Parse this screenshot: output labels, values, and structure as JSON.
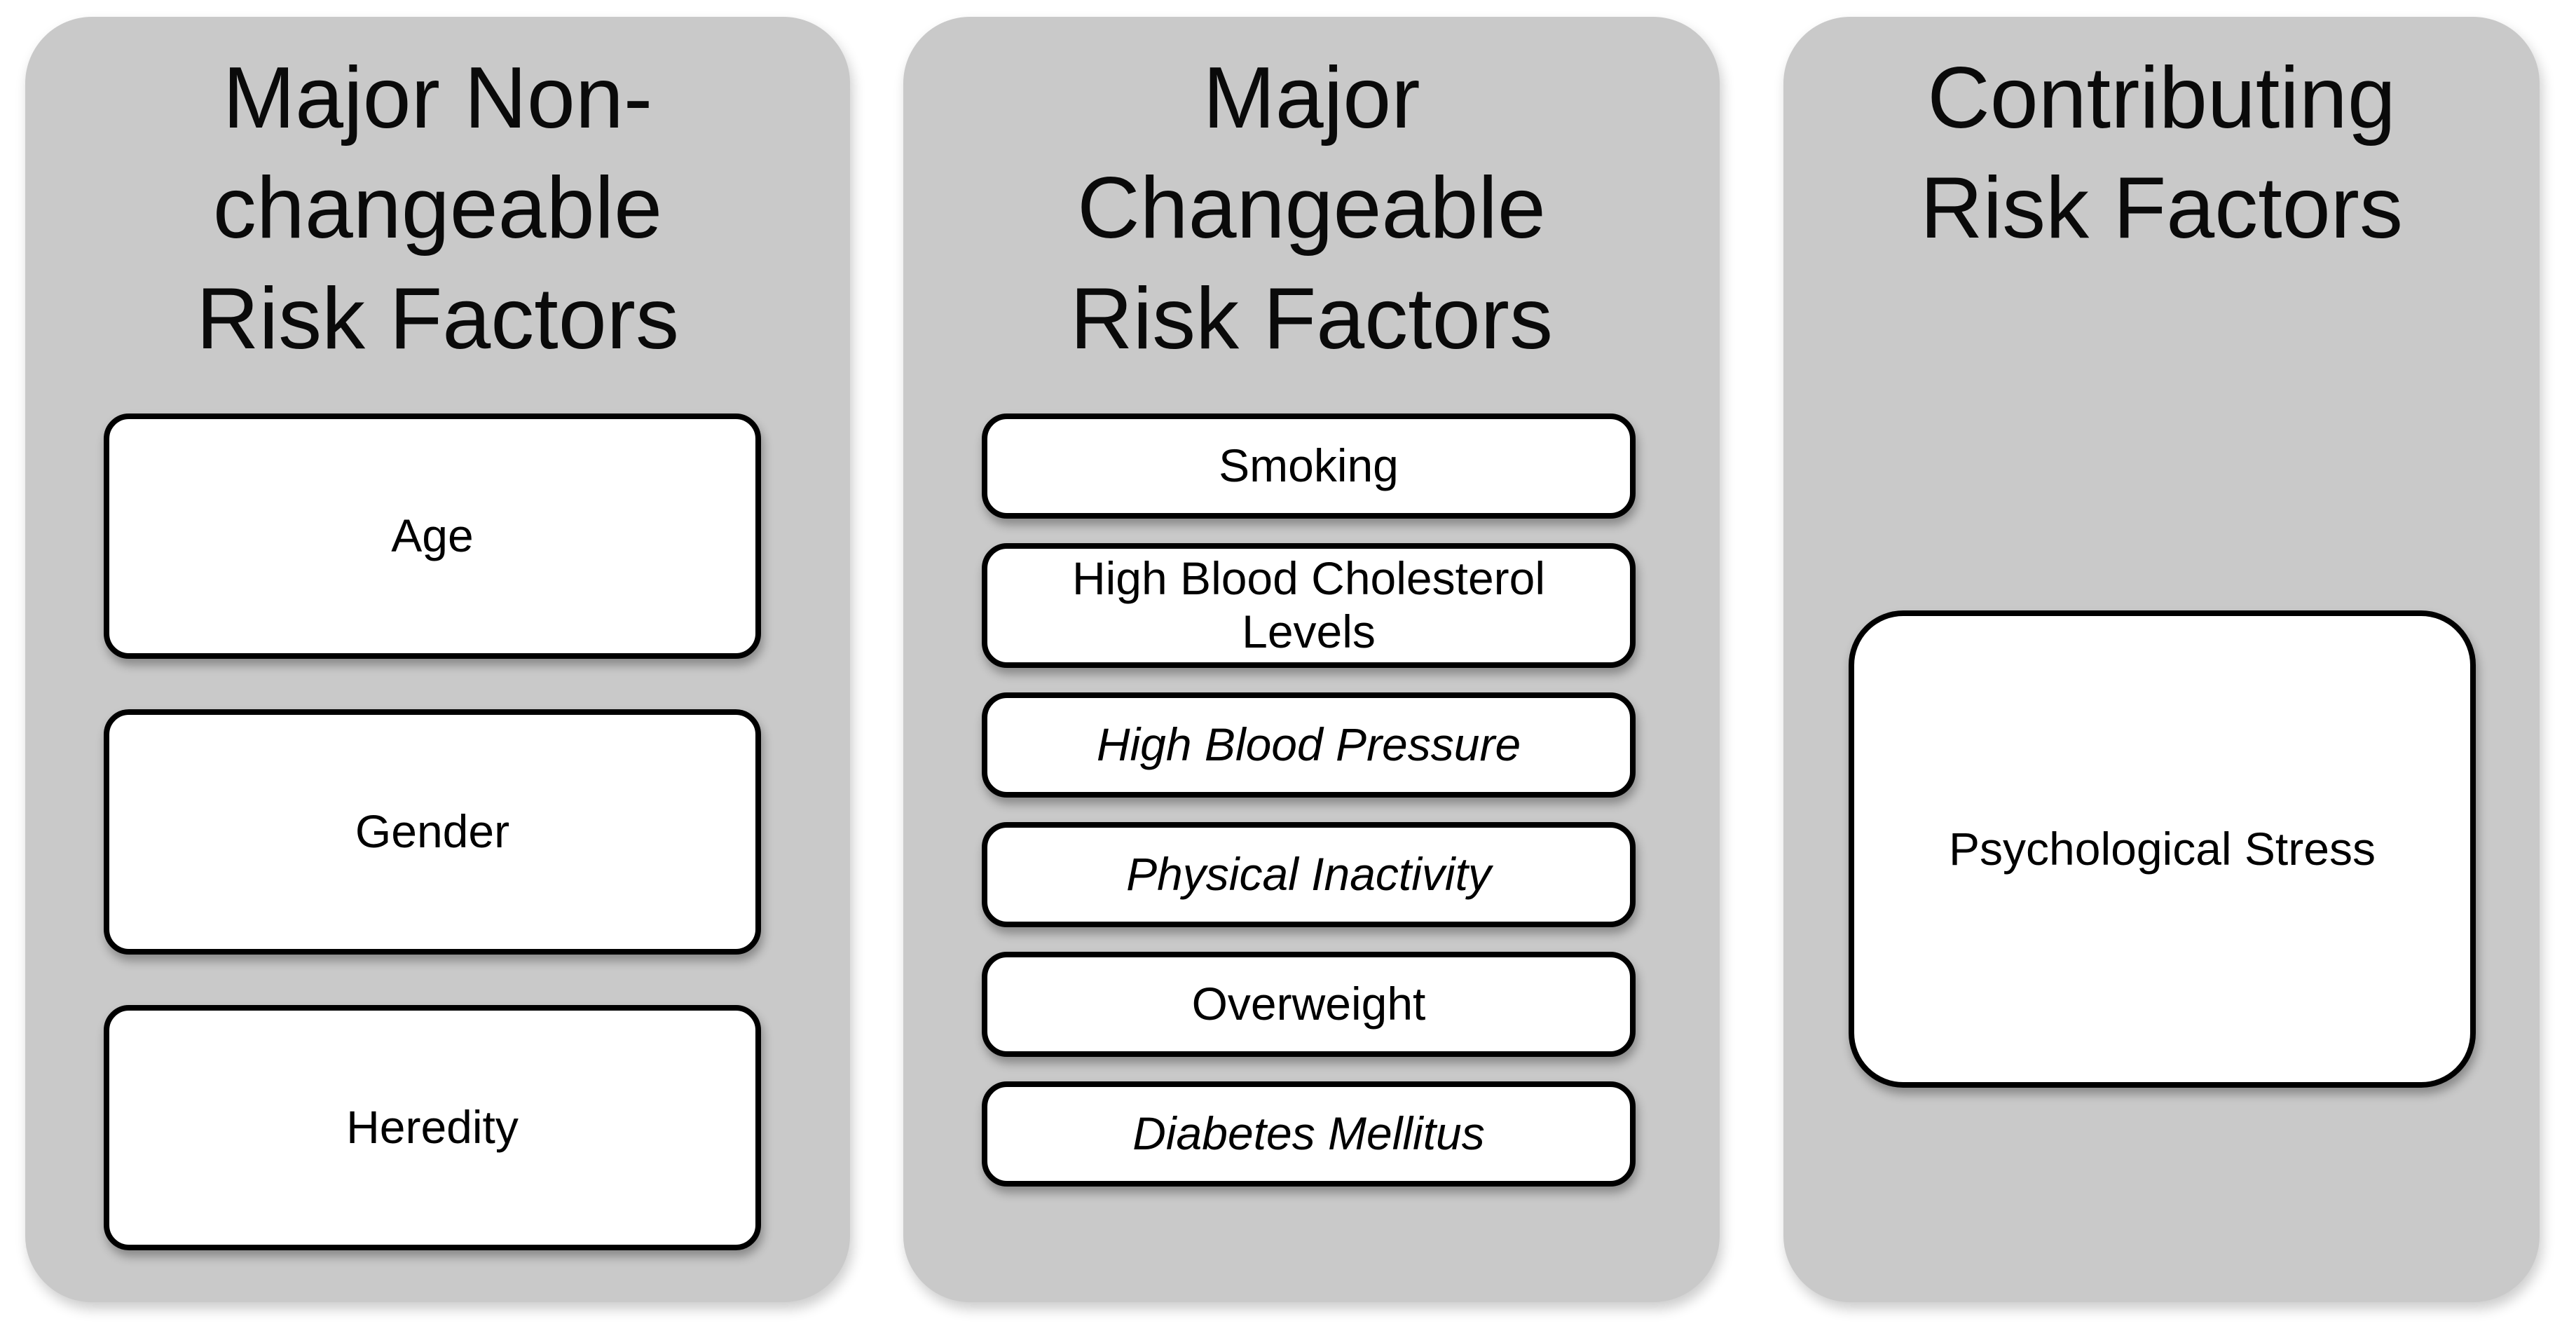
{
  "diagram": {
    "topic": "Risk Factors",
    "colors": {
      "page_background": "#ffffff",
      "panel_background": "#c9c9c9",
      "box_background": "#ffffff",
      "box_border": "#000000",
      "text": "#000000"
    },
    "columns": [
      {
        "id": "major-nonchangeable",
        "title": "Major Non-\nchangeable\nRisk Factors",
        "items": [
          {
            "label": "Age",
            "italic": false
          },
          {
            "label": "Gender",
            "italic": false
          },
          {
            "label": "Heredity",
            "italic": false
          }
        ]
      },
      {
        "id": "major-changeable",
        "title": "Major\nChangeable\nRisk Factors",
        "items": [
          {
            "label": "Smoking",
            "italic": false
          },
          {
            "label": "High Blood Cholesterol\nLevels",
            "italic": false
          },
          {
            "label": "High Blood Pressure",
            "italic": true
          },
          {
            "label": "Physical Inactivity",
            "italic": true
          },
          {
            "label": "Overweight",
            "italic": false
          },
          {
            "label": "Diabetes Mellitus",
            "italic": true
          }
        ]
      },
      {
        "id": "contributing",
        "title": "Contributing\nRisk Factors",
        "items": [
          {
            "label": "Psychological Stress",
            "italic": false
          }
        ]
      }
    ]
  }
}
